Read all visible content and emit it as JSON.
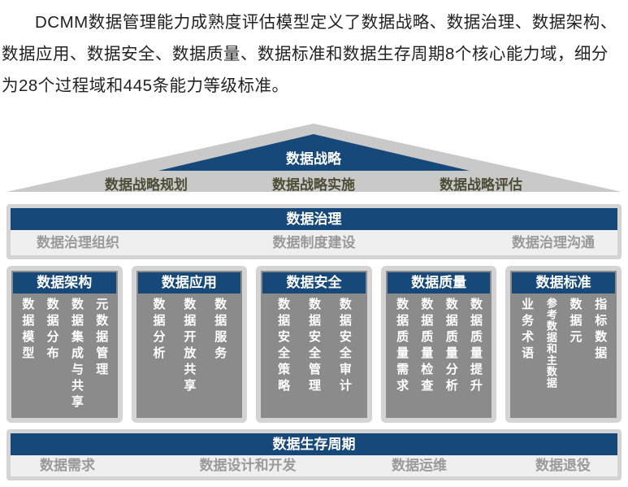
{
  "intro": {
    "text": "DCMM数据管理能力成熟度评估模型定义了数据战略、数据治理、数据架构、数据应用、数据安全、数据质量、数据标准和数据生存周期8个核心能力域，细分为28个过程域和445条能力等级标准。"
  },
  "colors": {
    "primary_blue": "#16497a",
    "roof_gray": "#c9c9c9",
    "panel_gray": "#8b8b8b",
    "frame_gray": "#d4d4d4",
    "sublabel_gray": "#9a9a9a",
    "roof_label_olive": "#4f4c36"
  },
  "strategy": {
    "title": "数据战略",
    "items": [
      "数据战略规划",
      "数据战略实施",
      "数据战略评估"
    ]
  },
  "governance": {
    "title": "数据治理",
    "items": [
      "数据治理组织",
      "数据制度建设",
      "数据治理沟通"
    ]
  },
  "capability_columns": [
    {
      "title": "数据架构",
      "items": [
        "数据模型",
        "数据分布",
        "数据集成与共享",
        "元数据管理"
      ]
    },
    {
      "title": "数据应用",
      "items": [
        "数据分析",
        "数据开放共享",
        "数据服务"
      ]
    },
    {
      "title": "数据安全",
      "items": [
        "数据安全策略",
        "数据安全管理",
        "数据安全审计"
      ]
    },
    {
      "title": "数据质量",
      "items": [
        "数据质量需求",
        "数据质量检查",
        "数据质量分析",
        "数据质量提升"
      ]
    },
    {
      "title": "数据标准",
      "items": [
        "业务术语",
        "参考数据和主数据",
        "数据元",
        "指标数据"
      ]
    }
  ],
  "lifecycle": {
    "title": "数据生存周期",
    "items": [
      "数据需求",
      "数据设计和开发",
      "数据运维",
      "数据退役"
    ]
  }
}
